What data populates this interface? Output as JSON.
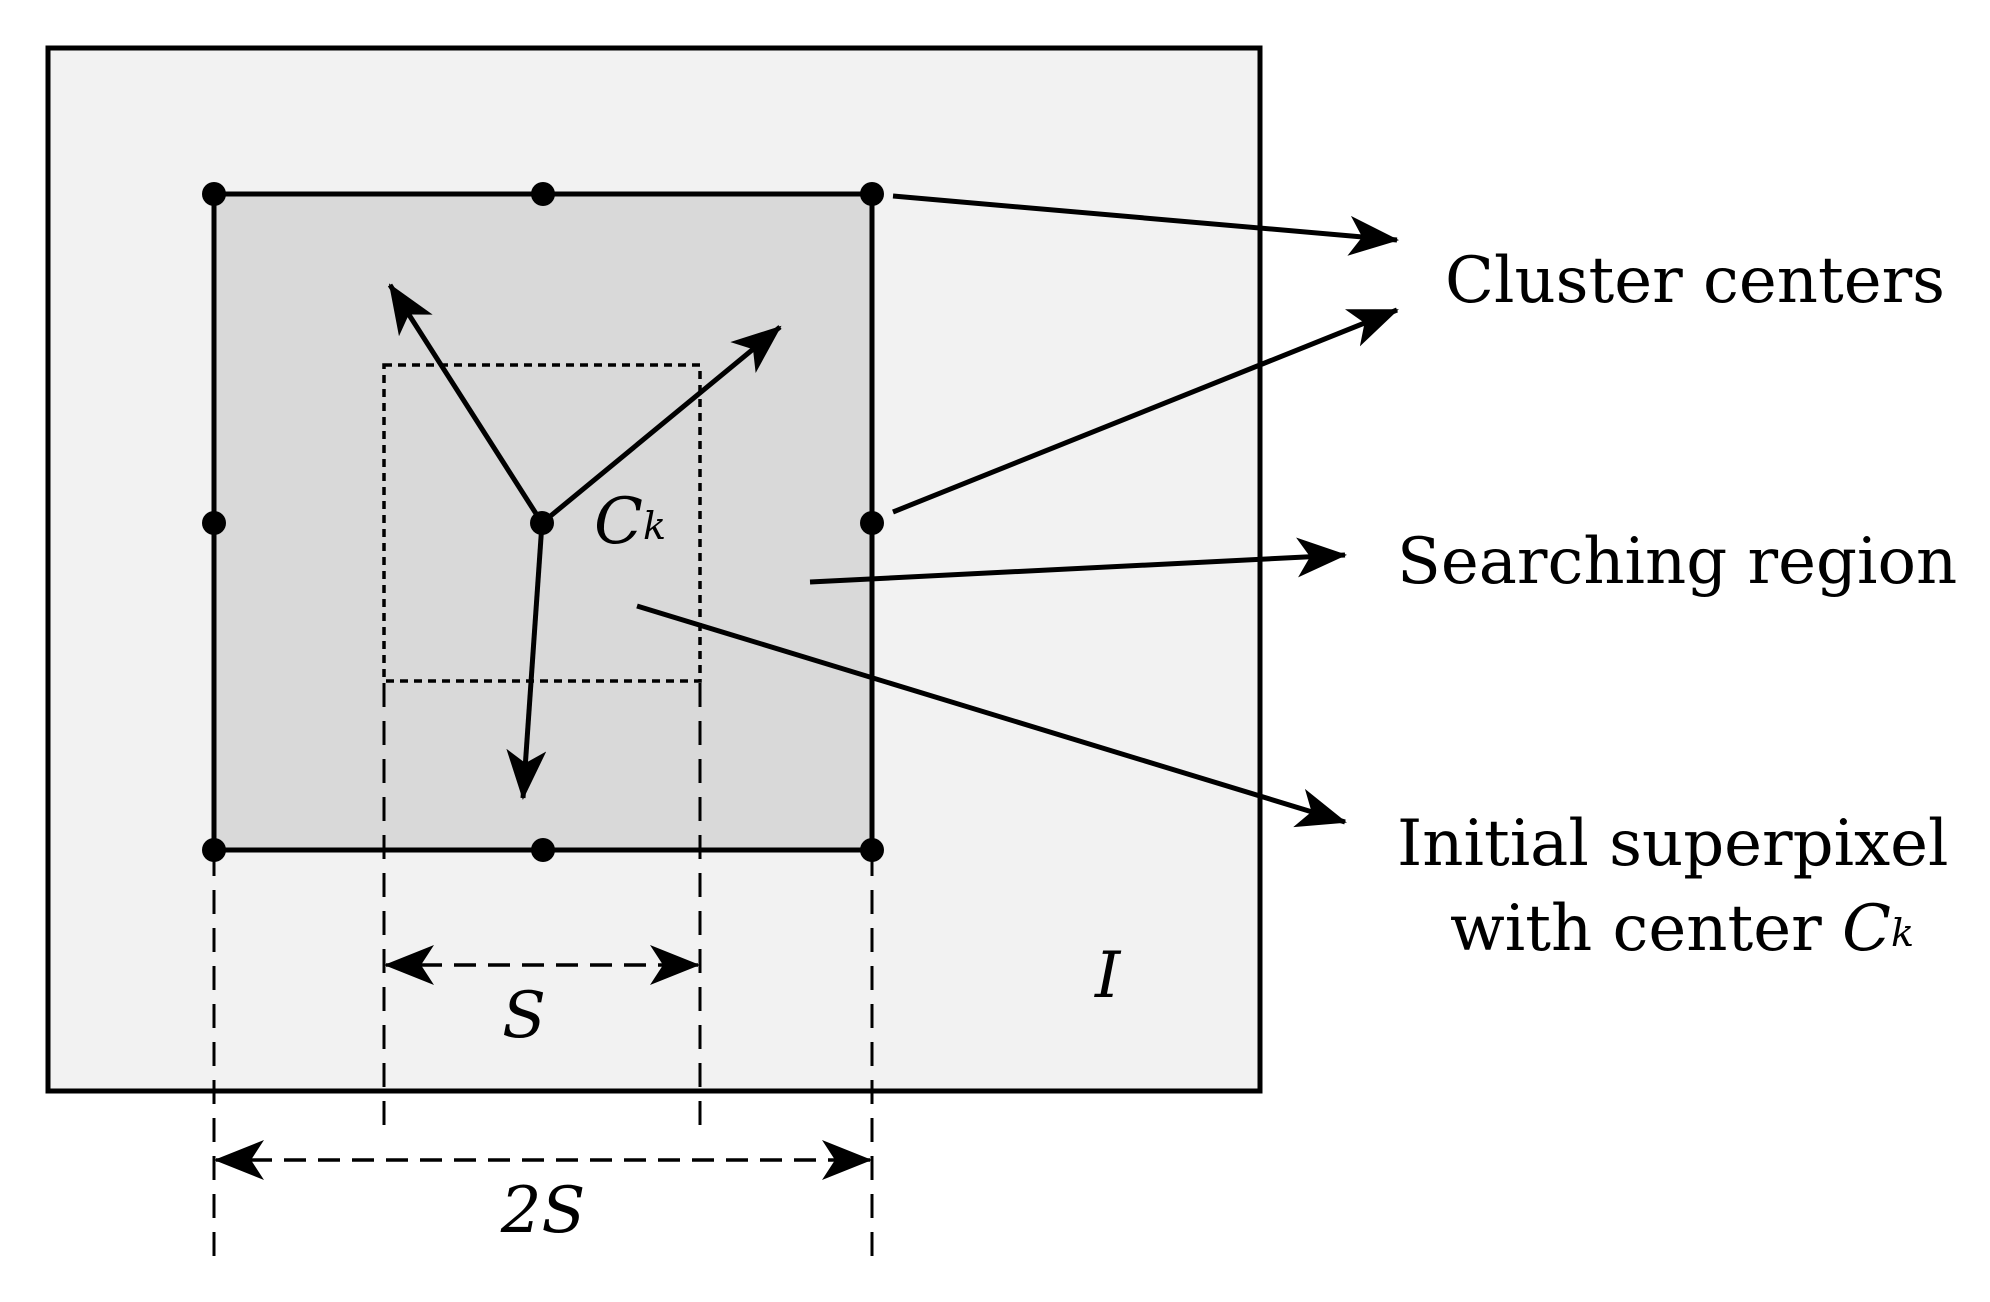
{
  "diagram": {
    "labels": {
      "center": "C",
      "center_sub": "k",
      "image": "I",
      "s": "S",
      "two_s": "2S",
      "cluster_centers": "Cluster centers",
      "searching_region": "Searching region",
      "initial_line1": "Initial superpixel",
      "initial_line2": "with center ",
      "initial_line2_var": "C",
      "initial_line2_sub": "k"
    },
    "colors": {
      "outer_fill": "#f2f2f2",
      "search_fill": "#d9d9d9",
      "stroke": "#000000"
    }
  }
}
